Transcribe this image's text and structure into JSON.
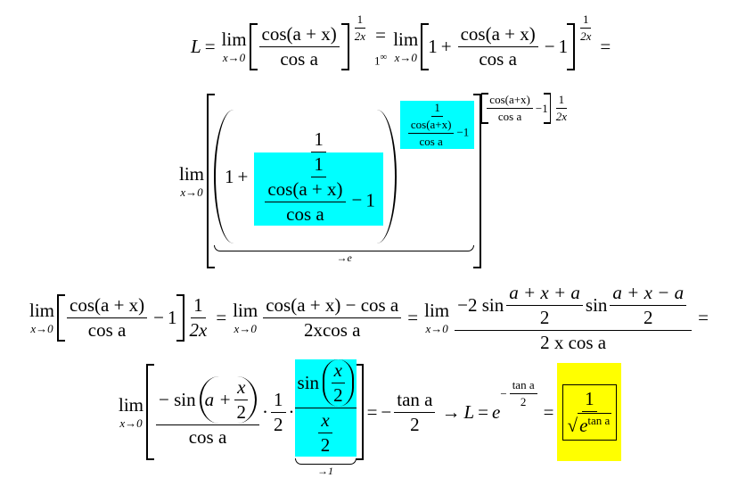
{
  "sym": {
    "eq": "=",
    "minus": "−",
    "plus": "+",
    "one": "1",
    "two": "2",
    "dot": "·",
    "arrow": "→",
    "lim": "lim",
    "lim_sub": "x→0"
  },
  "line1": {
    "L": "L",
    "num": "cos(a + x)",
    "den": "cos a",
    "exp_num": "1",
    "exp_den": "2x",
    "under_one": "1",
    "under_inf": "∞"
  },
  "line2": {
    "cosax": "cos(a + x)",
    "cosax_small": "cos(a+x)",
    "cosa": "cos a",
    "arrow_e": "→e",
    "exp_den": "2x"
  },
  "line3": {
    "num1": "cos(a + x)",
    "den1": "cos a",
    "num2": "cos(a + x) − cos a",
    "den2": "2xcos a",
    "neg2sin": "−2 sin",
    "sin": "sin",
    "arg1": "a + x + a",
    "arg2": "a + x − a",
    "den3": "2 x cos a",
    "x2": "2x"
  },
  "line4": {
    "negsin": "− sin",
    "a_plus": "a +",
    "x": "x",
    "cosa": "cos a",
    "sin": "sin",
    "arrow_1": "→1",
    "tana": "tan a",
    "L": "L",
    "e": "e"
  }
}
